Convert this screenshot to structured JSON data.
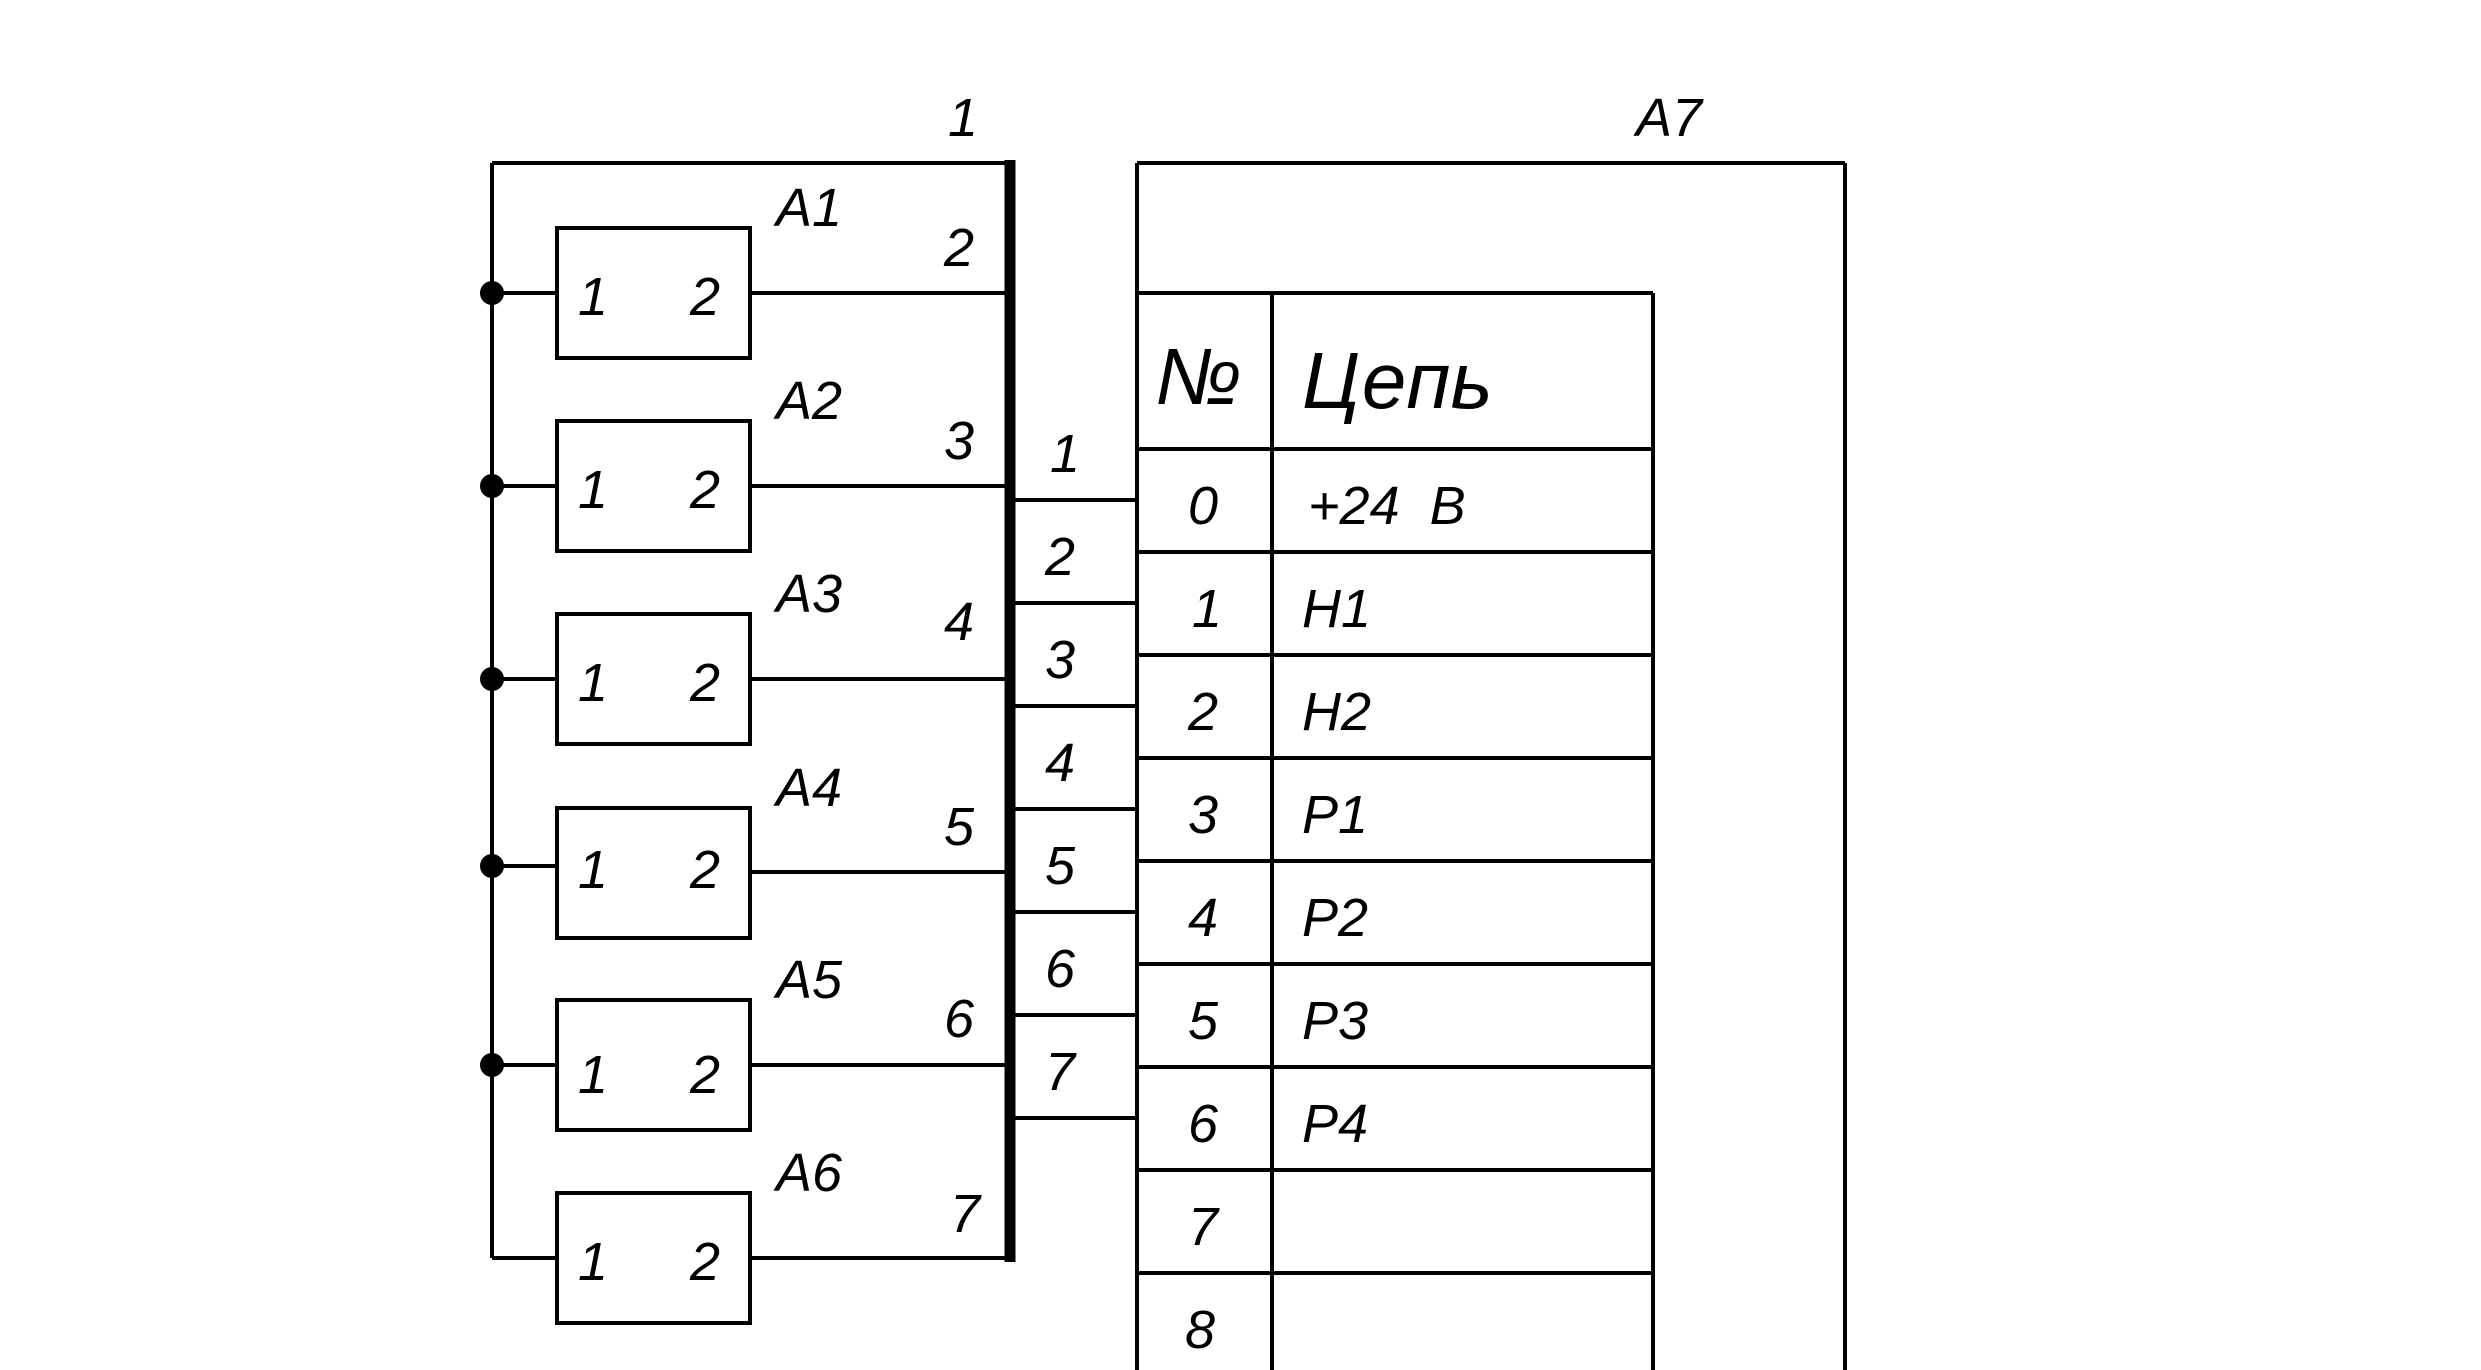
{
  "left_group": {
    "bus_label": "1",
    "common_pins": [
      "1",
      "1",
      "1",
      "1",
      "1",
      "1"
    ],
    "modules": [
      {
        "name": "A1",
        "pin_out": "2",
        "bus_pin": "2"
      },
      {
        "name": "A2",
        "pin_out": "2",
        "bus_pin": "3"
      },
      {
        "name": "A3",
        "pin_out": "2",
        "bus_pin": "4"
      },
      {
        "name": "A4",
        "pin_out": "2",
        "bus_pin": "5"
      },
      {
        "name": "A5",
        "pin_out": "2",
        "bus_pin": "6"
      },
      {
        "name": "A6",
        "pin_out": "2",
        "bus_pin": "7"
      }
    ]
  },
  "wires": [
    "1",
    "2",
    "3",
    "4",
    "5",
    "6",
    "7"
  ],
  "connector": {
    "name": "A7",
    "headers": [
      "№",
      "Цепь"
    ],
    "rows": [
      {
        "no": "0",
        "circuit": "+24  В"
      },
      {
        "no": "1",
        "circuit": "Н1"
      },
      {
        "no": "2",
        "circuit": "Н2"
      },
      {
        "no": "3",
        "circuit": "Р1"
      },
      {
        "no": "4",
        "circuit": "Р2"
      },
      {
        "no": "5",
        "circuit": "Р3"
      },
      {
        "no": "6",
        "circuit": "Р4"
      },
      {
        "no": "7",
        "circuit": ""
      },
      {
        "no": "8",
        "circuit": ""
      }
    ]
  }
}
